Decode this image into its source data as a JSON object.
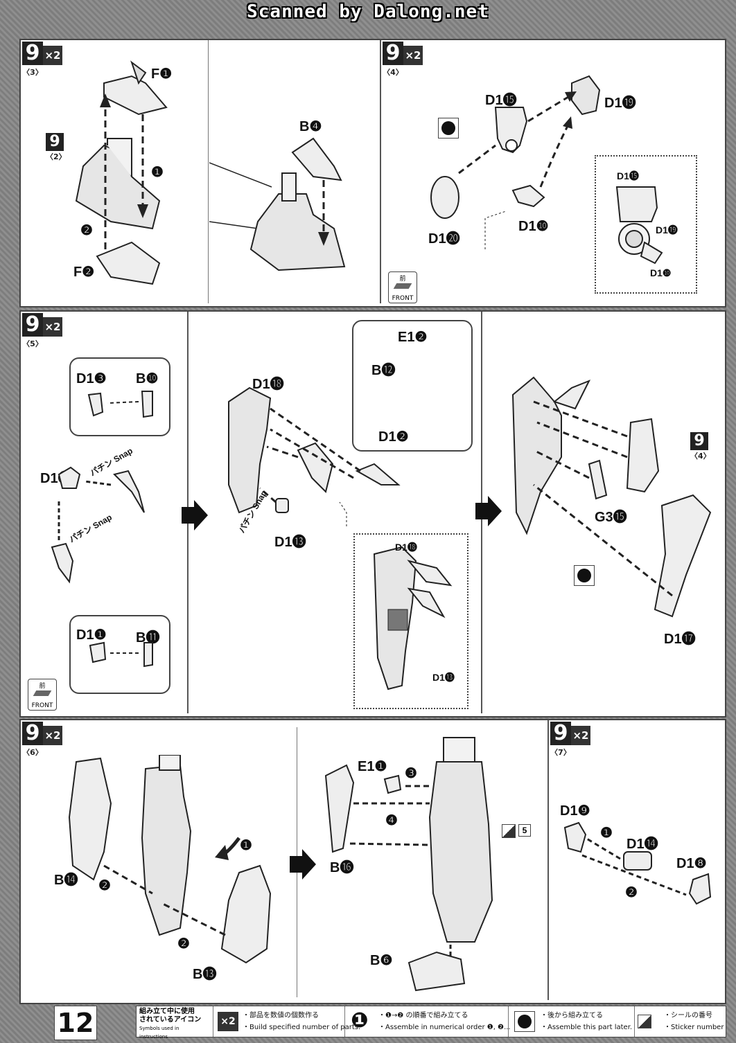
{
  "watermark": "Scanned by Dalong.net",
  "page_number": "12",
  "steps": [
    {
      "num": "9",
      "sub": "〈3〉",
      "mult": "×2"
    },
    {
      "num": "9",
      "sub": "〈4〉",
      "mult": "×2"
    },
    {
      "num": "9",
      "sub": "〈5〉",
      "mult": "×2"
    },
    {
      "num": "9",
      "sub": "〈6〉",
      "mult": "×2"
    },
    {
      "num": "9",
      "sub": "〈7〉",
      "mult": "×2"
    }
  ],
  "ref_steps": {
    "s2": {
      "num": "9",
      "sub": "〈2〉"
    },
    "s4": {
      "num": "9",
      "sub": "〈4〉"
    }
  },
  "labels": {
    "p1": {
      "F1": "F❶",
      "F2": "F❷",
      "B4": "B❹",
      "o1": "❶",
      "o2": "❷"
    },
    "p2": {
      "D115": "D1⓯",
      "D119": "D1⓳",
      "D120": "D1⓴",
      "D110": "D1❿",
      "i115": "D1⓯",
      "i119": "D1⓳",
      "i110": "D1❿"
    },
    "p3": {
      "D13": "D1❸",
      "B10": "B❿",
      "D125": "D1㉕",
      "D11": "D1❶",
      "B11": "B⓫",
      "D118": "D1⓲",
      "D113": "D1⓭",
      "E12": "E1❷",
      "B12": "B⓬",
      "D12": "D1❷",
      "i118": "D1⓲",
      "i113": "D1⓭",
      "G315": "G3⓯",
      "D117": "D1⓱"
    },
    "p4": {
      "B14": "B⓮",
      "B13": "B⓭",
      "o1": "❶",
      "o2": "❷",
      "o2b": "❷",
      "E11": "E1❶",
      "o3": "❸",
      "o4": "❹",
      "B16": "B⓰",
      "B6": "B❻",
      "sticker": "5"
    },
    "p5": {
      "D19": "D1❾",
      "D114": "D1⓮",
      "D18": "D1❽",
      "o1": "❶",
      "o2": "❷"
    }
  },
  "snap": {
    "jp": "パチン",
    "en": "Snap"
  },
  "front": {
    "jp": "前",
    "en": "FRONT"
  },
  "legend": {
    "title_jp1": "組み立て中に使用",
    "title_jp2": "されているアイコン",
    "title_en": "Symbols used in instructions",
    "items": [
      {
        "icon": "×2",
        "jp": "・部品を数値の個数作る",
        "en": "・Build specified number of parts."
      },
      {
        "icon": "❶",
        "jp": "・❶→❷ の順番で組み立てる",
        "en": "・Assemble in numerical order ❶, ❷..."
      },
      {
        "icon": "later-icon",
        "jp": "・後から組み立てる",
        "en": "・Assemble this part later."
      },
      {
        "icon": "sticker-icon",
        "jp": "・シールの番号",
        "en": "・Sticker number"
      }
    ]
  }
}
